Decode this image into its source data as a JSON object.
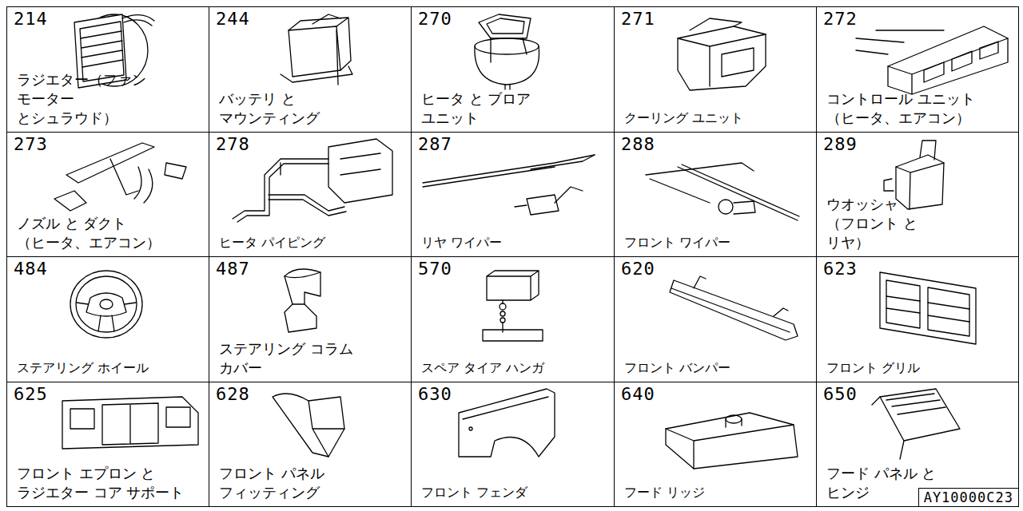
{
  "diagram": {
    "nodes": [
      {
        "text": [
          "214",
          "ラジエター（ファン モーター とシュラウド）"
        ]
      },
      {
        "text": [
          "244",
          "バッテリ と マウンティング"
        ]
      },
      {
        "text": [
          "270",
          "ヒータ と ブロア ユニット"
        ]
      },
      {
        "text": [
          "271",
          "クーリング ユニット"
        ]
      },
      {
        "text": [
          "272",
          "コントロール ユニット （ヒータ、エアコン）"
        ]
      },
      {
        "text": [
          "273",
          "ノズル と ダクト （ヒータ、エアコン）"
        ]
      },
      {
        "text": [
          "278",
          "ヒータ パイピング"
        ]
      },
      {
        "text": [
          "287",
          "リヤ ワイパー"
        ]
      },
      {
        "text": [
          "288",
          "フロント ワイパー"
        ]
      },
      {
        "text": [
          "289",
          "ウオッシャ （フロント と リヤ）"
        ]
      },
      {
        "text": [
          "484",
          "ステアリング ホイール"
        ]
      },
      {
        "text": [
          "487",
          "ステアリング コラム カバー"
        ]
      },
      {
        "text": [
          "570",
          "スペア タイア ハンガ"
        ]
      },
      {
        "text": [
          "620",
          "フロント バンパー"
        ]
      },
      {
        "text": [
          "623",
          "フロント グリル"
        ]
      },
      {
        "text": [
          "625",
          "フロント エプロン と ラジエター コア サポート"
        ]
      },
      {
        "text": [
          "628",
          "フロント パネル フィッティング"
        ]
      },
      {
        "text": [
          "630",
          "フロント フェンダ"
        ]
      },
      {
        "text": [
          "640",
          "フード リッジ"
        ]
      },
      {
        "text": [
          "650",
          "フード パネル と ヒンジ"
        ]
      },
      {
        "text": [
          "AY10000C23"
        ],
        "in": 19
      }
    ]
  }
}
